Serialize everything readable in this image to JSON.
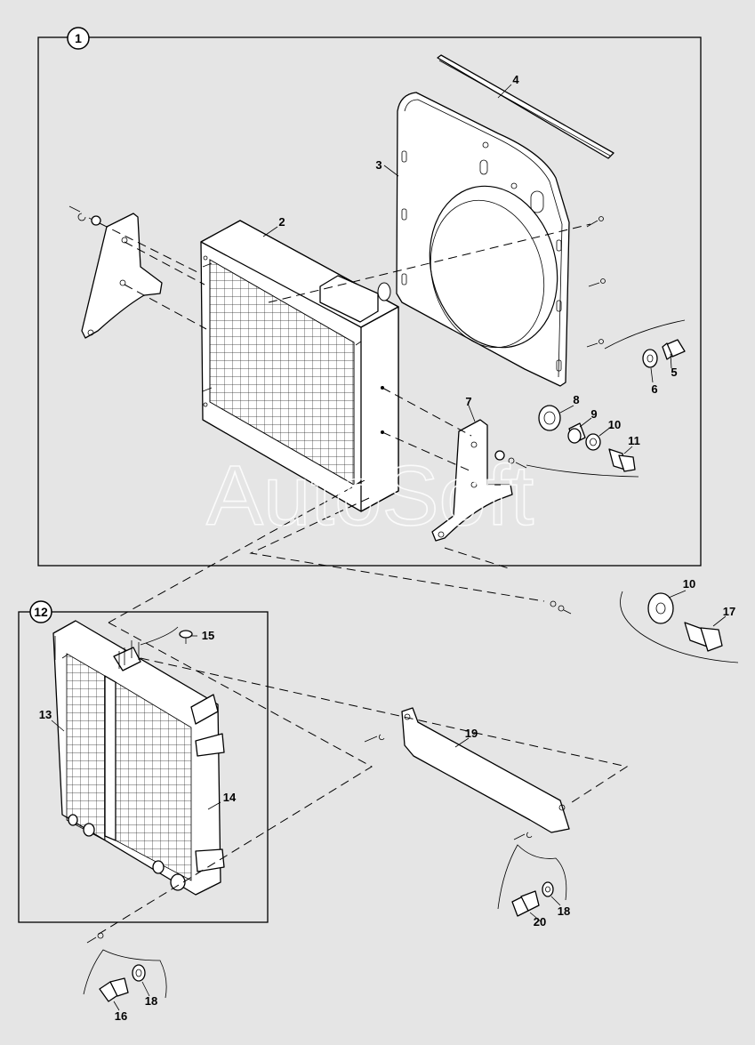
{
  "groups": [
    {
      "id": "group-1",
      "badge": "1"
    },
    {
      "id": "group-12",
      "badge": "12"
    }
  ],
  "callouts": [
    "2",
    "3",
    "4",
    "5",
    "6",
    "7",
    "8",
    "9",
    "10",
    "11",
    "10",
    "17",
    "13",
    "14",
    "15",
    "16",
    "18",
    "19",
    "20",
    "18"
  ],
  "watermark": "AutoSoft"
}
